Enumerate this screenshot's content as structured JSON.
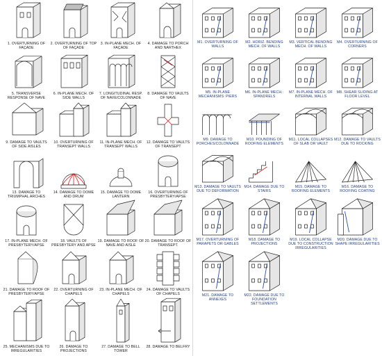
{
  "palette": {
    "ink": "#222222",
    "crack": "#d21f1f",
    "blue": "#2b4fa8",
    "shade": "#bfbfbf",
    "light": "#e6e6e6"
  },
  "left_panel": {
    "items": [
      {
        "label": "1. OVERTURNING OF FAÇADE",
        "shape": "facade"
      },
      {
        "label": "2. OVERTURNING OF TOP OF FAÇADE",
        "shape": "facadetop"
      },
      {
        "label": "3. IN-PLANE MECH. OF FAÇADE",
        "shape": "inplane"
      },
      {
        "label": "4. DAMAGE TO PORCH AND NARTHEX",
        "shape": "porch"
      },
      {
        "label": "5. TRANSVERSE RESPONSE OF NAVE",
        "shape": "nave"
      },
      {
        "label": "6. IN-PLANE MECH. OF SIDE WALLS",
        "shape": "sidewalls"
      },
      {
        "label": "7. LONGITUDINAL RESP. OF NAVE/COLONNADE",
        "shape": "colonnade"
      },
      {
        "label": "8. DAMAGE TO VAULTS OF NAVE",
        "shape": "vaultplan"
      },
      {
        "label": "9. DAMAGE TO VAULTS OF SIDE AISLES",
        "shape": "aisles"
      },
      {
        "label": "10. OVERTURNING OF TRANSEPT WALLS",
        "shape": "transept"
      },
      {
        "label": "11. IN-PLANE MECH. OF TRANSEPT WALLS",
        "shape": "transept2"
      },
      {
        "label": "12. DAMAGE TO VAULTS OF TRANSEPT",
        "shape": "crossplan"
      },
      {
        "label": "13. DAMAGE TO TRIUMPHAL ARCHES",
        "shape": "arch"
      },
      {
        "label": "14. DAMAGE TO DOME AND DRUM",
        "shape": "dome"
      },
      {
        "label": "15. DAMAGE TO DOME LANTERN",
        "shape": "lantern"
      },
      {
        "label": "16. OVERTURNING OF PRESBYTERY/APSE",
        "shape": "apse"
      },
      {
        "label": "17. IN-PLANE MECH. OF PRESBYTERY/APSE",
        "shape": "apse2"
      },
      {
        "label": "18. VAULTS OF PRESBYTERY AND APSE",
        "shape": "apseplan"
      },
      {
        "label": "19. DAMAGE TO ROOF OF NAVE AND AISLE",
        "shape": "roof"
      },
      {
        "label": "20. DAMAGE TO ROOF OF TRANSEPT.",
        "shape": "roof2"
      },
      {
        "label": "21. DAMAGE TO ROOF OF PRESBYTERY/APSE",
        "shape": "apseroof"
      },
      {
        "label": "22. OVERTURNING OF CHAPELS",
        "shape": "chapel"
      },
      {
        "label": "23. IN-PLANE MECH. OF CHAPELS",
        "shape": "chapel2"
      },
      {
        "label": "24. DAMAGE TO VAULTS OF CHAPELS",
        "shape": "chapelplan"
      },
      {
        "label": "25. MECHANISMS DUE TO IRREGULARITIES",
        "shape": "irreg"
      },
      {
        "label": "26. DAMAGE TO PROJECTIONS",
        "shape": "projection"
      },
      {
        "label": "27. DAMAGE TO BELL TOWER",
        "shape": "tower"
      },
      {
        "label": "28. DAMAGE TO BELFRY",
        "shape": "belfry"
      }
    ]
  },
  "right_panel": {
    "items": [
      {
        "label": "M1. OVERTURNING OF WALLS",
        "shape": "box"
      },
      {
        "label": "M2. HORIZ. BENDING MECH. OF WALLS",
        "shape": "box"
      },
      {
        "label": "M3. VERTICAL BENDING MECH. OF WALLS",
        "shape": "box"
      },
      {
        "label": "M4. OVERTURNING OF CORNERS",
        "shape": "box"
      },
      {
        "label": "M5. IN-PLANE MECHANISMS: PIERS",
        "shape": "box"
      },
      {
        "label": "M6. IN-PLANE MECH.: SPANDRELS",
        "shape": "box"
      },
      {
        "label": "M7. IN-PLANE MECH. OF INTERNAL WALLS",
        "shape": "box"
      },
      {
        "label": "M8. SHEAR SLIDING AT FLOOR LEVEL",
        "shape": "box"
      },
      {
        "label": "M9. DAMAGE TO PORCHES/COLONNADE",
        "shape": "porchcol"
      },
      {
        "label": "M10. POUNDING OF ROOFING ELEMENTS",
        "shape": "roofing"
      },
      {
        "label": "M11. LOCAL COLLAPSES OF SLAB OR VAULT",
        "shape": "vaultopen"
      },
      {
        "label": "M12. DAMAGE TO VAULTS DUE TO ROCKING",
        "shape": "vaultopen"
      },
      {
        "label": "M13. DAMAGE TO VAULTS DUE TO DEFORMATION",
        "shape": "vaultopen"
      },
      {
        "label": "M14. DAMAGE DUE TO STAIRS",
        "shape": "stairs"
      },
      {
        "label": "M15. DAMAGE TO ROOFING ELEMENTS",
        "shape": "roofing2"
      },
      {
        "label": "M16. DAMAGE TO ROOFING COATING",
        "shape": "roofing2"
      },
      {
        "label": "M17. OVERTURNING OF PARAPETS OR GABLES",
        "shape": "box"
      },
      {
        "label": "M18. DAMAGE TO PROJECTIONS",
        "shape": "box"
      },
      {
        "label": "M19. LOCAL COLLAPSE DUE TO CONSTRUCTION IRREGULARITIES",
        "shape": "box"
      },
      {
        "label": "M20. DAMAGE DUE TO SHAPE IRREGULARITIES",
        "shape": "irregbox"
      },
      {
        "label": "M21. DAMAGE TO ANNEXES",
        "shape": "box"
      },
      {
        "label": "M22. DAMAGE DUE TO FOUNDATION SETTLEMENTS",
        "shape": "box"
      }
    ]
  }
}
